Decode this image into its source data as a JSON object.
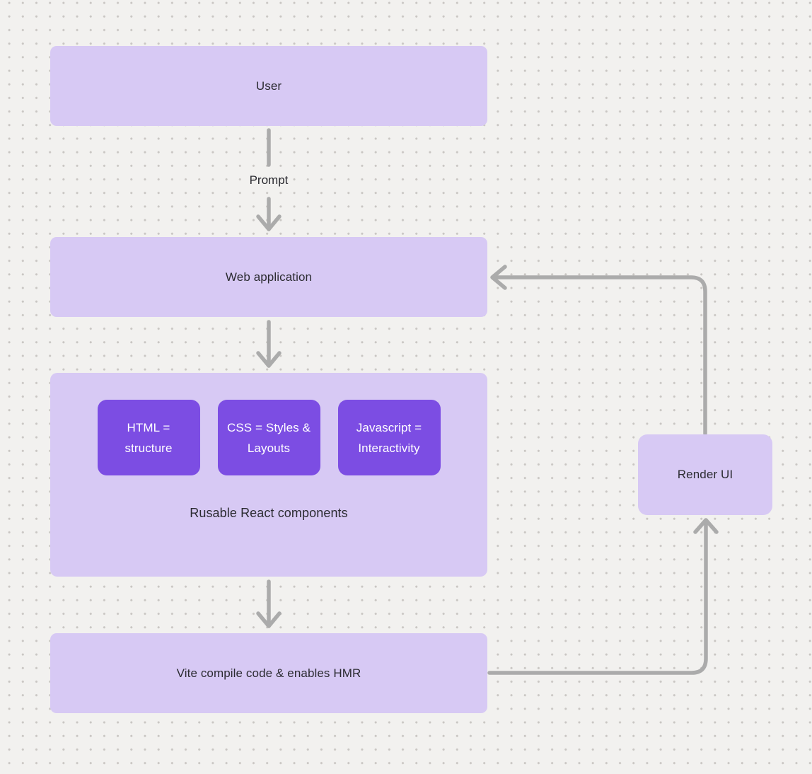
{
  "canvas": {
    "background_color": "#f2f1ef",
    "dot_color": "#c9c6c3"
  },
  "colors": {
    "node_fill": "#d7c9f4",
    "chip_fill": "#7c4de3",
    "connector": "#ababab",
    "text_dark": "#2b2b31",
    "text_light": "#ffffff"
  },
  "nodes": {
    "user": {
      "label": "User"
    },
    "web_application": {
      "label": "Web application"
    },
    "components": {
      "caption": "Rusable React components",
      "chips": [
        {
          "label": "HTML = structure"
        },
        {
          "label": "CSS = Styles & Layouts"
        },
        {
          "label": "Javascript = Interactivity"
        }
      ]
    },
    "vite": {
      "label": "Vite compile code & enables HMR"
    },
    "render_ui": {
      "label": "Render UI"
    }
  },
  "edges": {
    "user_to_web_label": "Prompt"
  }
}
